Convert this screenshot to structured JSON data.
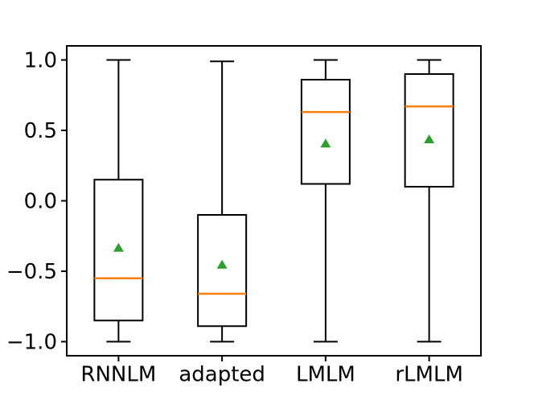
{
  "figure": {
    "background": "#ffffff"
  },
  "chart_data": {
    "type": "boxplot",
    "title": "",
    "xlabel": "",
    "ylabel": "",
    "categories": [
      "RNNLM",
      "adapted",
      "LMLM",
      "rLMLM"
    ],
    "series": [
      {
        "name": "RNNLM",
        "whisker_low": -1.0,
        "q1": -0.85,
        "median": -0.55,
        "q3": 0.15,
        "whisker_high": 1.0,
        "mean": -0.33
      },
      {
        "name": "adapted",
        "whisker_low": -1.0,
        "q1": -0.89,
        "median": -0.66,
        "q3": -0.1,
        "whisker_high": 0.99,
        "mean": -0.45
      },
      {
        "name": "LMLM",
        "whisker_low": -1.0,
        "q1": 0.12,
        "median": 0.63,
        "q3": 0.86,
        "whisker_high": 1.0,
        "mean": 0.41
      },
      {
        "name": "rLMLM",
        "whisker_low": -1.0,
        "q1": 0.1,
        "median": 0.67,
        "q3": 0.9,
        "whisker_high": 1.0,
        "mean": 0.44
      }
    ],
    "ylim": [
      -1.1,
      1.1
    ],
    "yticks": [
      {
        "value": 1.0,
        "label": "1.0"
      },
      {
        "value": 0.5,
        "label": "0.5"
      },
      {
        "value": 0.0,
        "label": "0.0"
      },
      {
        "value": -0.5,
        "label": "−0.5"
      },
      {
        "value": -1.0,
        "label": "−1.0"
      }
    ],
    "grid": false,
    "legend": null,
    "colors": {
      "box_line": "#000000",
      "whisker_line": "#000000",
      "median_line": "#ff7f0e",
      "mean_marker": "#2ca02c",
      "axis": "#000000",
      "background": "#ffffff"
    }
  }
}
